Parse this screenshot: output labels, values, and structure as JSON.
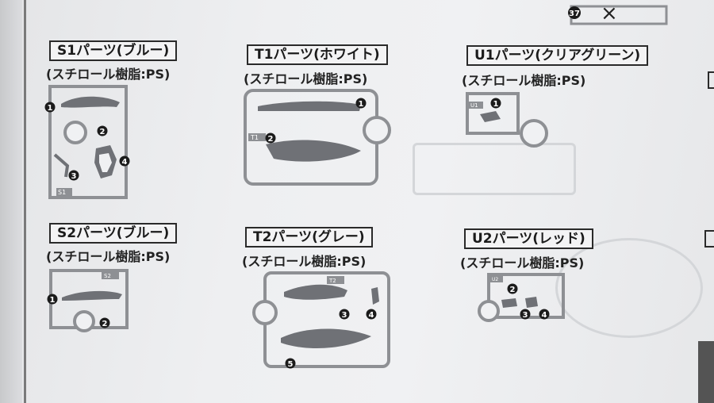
{
  "panels": [
    {
      "id": "S1",
      "label": "S1パーツ(ブルー)",
      "material": "(スチロール樹脂:PS)",
      "parts": [
        "1",
        "2",
        "3",
        "4"
      ],
      "tag": "S1"
    },
    {
      "id": "T1",
      "label": "T1パーツ(ホワイト)",
      "material": "(スチロール樹脂:PS)",
      "parts": [
        "1",
        "2"
      ],
      "tag": "T1"
    },
    {
      "id": "U1",
      "label": "U1パーツ(クリアグリーン)",
      "material": "(スチロール樹脂:PS)",
      "parts": [
        "1"
      ],
      "tag": "U1"
    },
    {
      "id": "S2",
      "label": "S2パーツ(ブルー)",
      "material": "(スチロール樹脂:PS)",
      "parts": [
        "1",
        "2"
      ],
      "tag": "S2"
    },
    {
      "id": "T2",
      "label": "T2パーツ(グレー)",
      "material": "(スチロール樹脂:PS)",
      "parts": [
        "3",
        "4",
        "5"
      ],
      "tag": "T2"
    },
    {
      "id": "U2",
      "label": "U2パーツ(レッド)",
      "material": "(スチロール樹脂:PS)",
      "parts": [
        "2",
        "3",
        "4"
      ],
      "tag": "U2"
    }
  ],
  "top_marker": {
    "number": "37",
    "mark": "×"
  },
  "colors": {
    "ink": "#1b1b1b",
    "runner": "#8e9094",
    "part": "#6f7176",
    "paper": "#eeeff1"
  }
}
